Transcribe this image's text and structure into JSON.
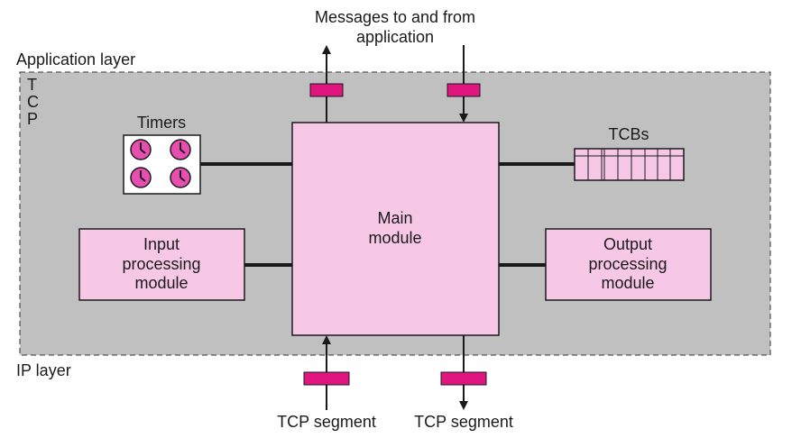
{
  "top_label": [
    "Messages to and from",
    "application"
  ],
  "application_layer": "Application layer",
  "tcp_letters": [
    "T",
    "C",
    "P"
  ],
  "ip_layer": "IP layer",
  "timers_label": "Timers",
  "tcbs_label": "TCBs",
  "main_module": [
    "Main",
    "module"
  ],
  "input_module": [
    "Input",
    "processing",
    "module"
  ],
  "output_module": [
    "Output",
    "processing",
    "module"
  ],
  "tcp_segment_in": "TCP segment",
  "tcp_segment_out": "TCP segment",
  "colors": {
    "tcp_region": "#c0c0c0",
    "module_fill": "#f6c8e6",
    "timer_fill": "#e84db0",
    "connector": "#e0157f",
    "line": "#1a1a1a"
  }
}
